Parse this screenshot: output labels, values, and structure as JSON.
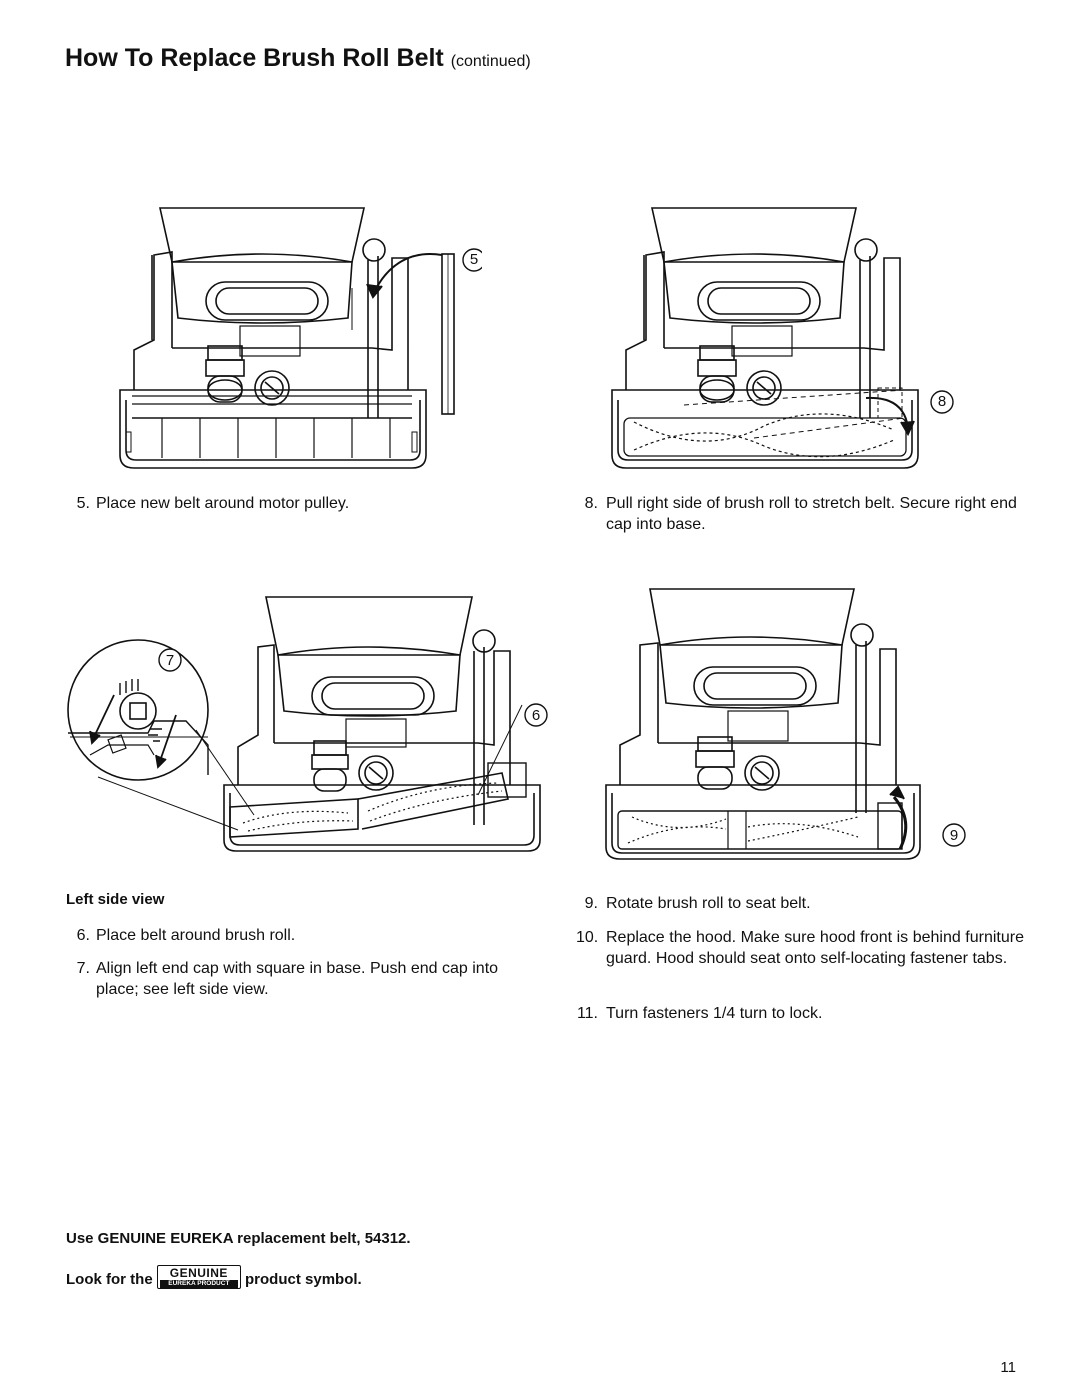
{
  "page": {
    "title": "How To Replace Brush Roll Belt",
    "title_suffix": "(continued)",
    "page_number": "11"
  },
  "callouts": {
    "five": "5",
    "six": "6",
    "seven": "7",
    "eight": "8",
    "nine": "9"
  },
  "steps": {
    "s5": {
      "num": "5.",
      "text": "Place new belt around motor pulley."
    },
    "s8": {
      "num": "8.",
      "text": "Pull right side of brush roll to stretch belt. Secure right end cap into base."
    },
    "left_side_view": "Left side view",
    "s6": {
      "num": "6.",
      "text": "Place belt around brush roll."
    },
    "s7": {
      "num": "7.",
      "text": "Align left end cap with square in base. Push end cap into place; see left side view."
    },
    "s9": {
      "num": "9.",
      "text": "Rotate brush roll to seat belt."
    },
    "s10": {
      "num": "10.",
      "text": "Replace the hood. Make sure hood front is behind furniture guard. Hood should seat onto self-locating fastener tabs."
    },
    "s11": {
      "num": "11.",
      "text": "Turn fasteners 1/4 turn to lock."
    }
  },
  "footer": {
    "genuine_line": "Use GENUINE EUREKA replacement belt, 54312.",
    "look_for": "Look for the",
    "product_symbol": "product symbol.",
    "badge_top": "GENUINE",
    "badge_bottom": "EUREKA PRODUCT"
  }
}
